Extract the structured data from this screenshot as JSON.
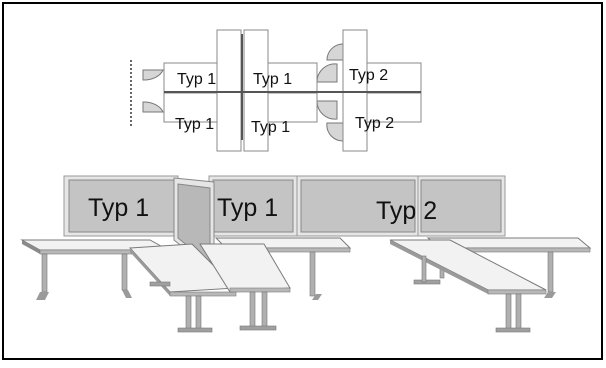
{
  "colors": {
    "panel_fill": "#c4c4c4",
    "panel_frame": "#e6e6e6",
    "desk_top": "#f2f2f2",
    "desk_edge": "#8a8a8a",
    "leg": "#b0b0b0",
    "outline": "#7a7a7a",
    "door": "#d6d6d6"
  },
  "floor_plan": {
    "labels": [
      "Typ 1",
      "Typ 1",
      "Typ 2",
      "Typ 1",
      "Typ 1",
      "Typ 2"
    ]
  },
  "perspective": {
    "labels": [
      "Typ 1",
      "Typ 1",
      "Typ 2"
    ]
  }
}
